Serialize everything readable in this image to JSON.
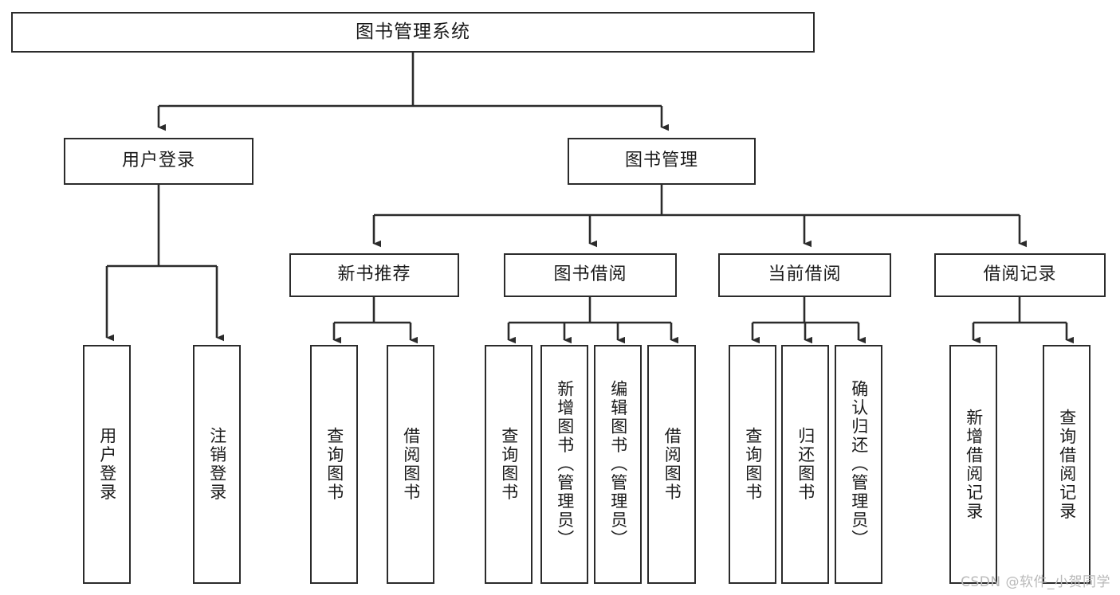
{
  "diagram": {
    "title": "图书管理系统",
    "type": "tree-hierarchy",
    "watermark": "CSDN @软件_小贺同学",
    "colors": {
      "box_border": "#2b2b2b",
      "box_fill": "#ffffff",
      "connector": "#2b2b2b",
      "text": "#1a1a1a",
      "watermark": "#b9b9b9",
      "background": "#ffffff"
    },
    "root": {
      "label": "图书管理系统"
    },
    "level2": [
      {
        "id": "user-login",
        "label": "用户登录"
      },
      {
        "id": "book-manage",
        "label": "图书管理"
      }
    ],
    "level3": [
      {
        "id": "new-book-recommend",
        "label": "新书推荐",
        "parent": "book-manage"
      },
      {
        "id": "book-borrow",
        "label": "图书借阅",
        "parent": "book-manage"
      },
      {
        "id": "current-borrow",
        "label": "当前借阅",
        "parent": "book-manage"
      },
      {
        "id": "borrow-record",
        "label": "借阅记录",
        "parent": "book-manage"
      }
    ],
    "leaves": {
      "user-login": [
        {
          "id": "leaf-user-login",
          "label": "用户登录"
        },
        {
          "id": "leaf-user-logout",
          "label": "注销登录"
        }
      ],
      "new-book-recommend": [
        {
          "id": "leaf-query-book-1",
          "label": "查询图书"
        },
        {
          "id": "leaf-borrow-book-1",
          "label": "借阅图书"
        }
      ],
      "book-borrow": [
        {
          "id": "leaf-query-book-2",
          "label": "查询图书"
        },
        {
          "id": "leaf-add-book",
          "label": "新增图书（管理员）"
        },
        {
          "id": "leaf-edit-book",
          "label": "编辑图书（管理员）"
        },
        {
          "id": "leaf-borrow-book-2",
          "label": "借阅图书"
        }
      ],
      "current-borrow": [
        {
          "id": "leaf-query-book-3",
          "label": "查询图书"
        },
        {
          "id": "leaf-return-book",
          "label": "归还图书"
        },
        {
          "id": "leaf-confirm-return",
          "label": "确认归还（管理员）"
        }
      ],
      "borrow-record": [
        {
          "id": "leaf-add-record",
          "label": "新增借阅记录"
        },
        {
          "id": "leaf-query-record",
          "label": "查询借阅记录"
        }
      ]
    }
  }
}
